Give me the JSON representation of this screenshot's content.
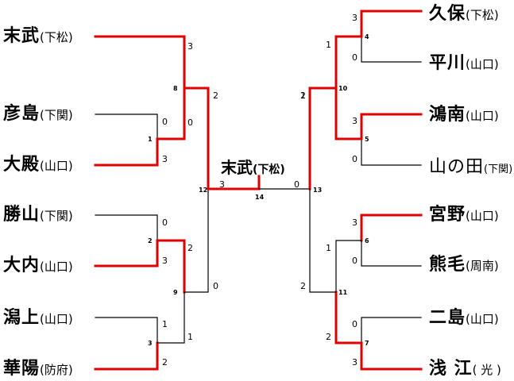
{
  "champion": {
    "name": "末武",
    "region": "(下松)"
  },
  "left_teams": [
    {
      "name": "末武",
      "region": "(下松)"
    },
    {
      "name": "彦島",
      "region": "(下関)"
    },
    {
      "name": "大殿",
      "region": "(山口)"
    },
    {
      "name": "勝山",
      "region": "(下関)"
    },
    {
      "name": "大内",
      "region": "(山口)"
    },
    {
      "name": "潟上",
      "region": "(山口)"
    },
    {
      "name": "華陽",
      "region": "(防府)"
    }
  ],
  "right_teams": [
    {
      "name": "久保",
      "region": "(下松)"
    },
    {
      "name": "平川",
      "region": "(山口)"
    },
    {
      "name": "鴻南",
      "region": "(山口)"
    },
    {
      "name": "山の田",
      "region": "(下関)"
    },
    {
      "name": "宮野",
      "region": "(山口)"
    },
    {
      "name": "熊毛",
      "region": "(周南)"
    },
    {
      "name": "二島",
      "region": "(山口)"
    },
    {
      "name": "浅 江",
      "region": "( 光 )"
    }
  ],
  "colors": {
    "winner_line": "#e00000",
    "loser_line": "#000000"
  },
  "matches": [
    {
      "id": "1",
      "scores": [
        "0",
        "3"
      ]
    },
    {
      "id": "2",
      "scores": [
        "0",
        "3"
      ]
    },
    {
      "id": "3",
      "scores": [
        "1",
        "2"
      ]
    },
    {
      "id": "4",
      "scores": [
        "3",
        "0"
      ]
    },
    {
      "id": "5",
      "scores": [
        "3",
        "0"
      ]
    },
    {
      "id": "6",
      "scores": [
        "3",
        "0"
      ]
    },
    {
      "id": "7",
      "scores": [
        "0",
        "3"
      ]
    },
    {
      "id": "8",
      "scores": [
        "3",
        "0"
      ]
    },
    {
      "id": "9",
      "scores": [
        "2",
        "1"
      ]
    },
    {
      "id": "10",
      "scores": [
        "1",
        "2"
      ]
    },
    {
      "id": "11",
      "scores": [
        "1",
        "2"
      ]
    },
    {
      "id": "12",
      "scores": [
        "2",
        "0"
      ]
    },
    {
      "id": "13",
      "scores": [
        "2",
        "1"
      ]
    },
    {
      "id": "14",
      "scores": [
        "3",
        "0"
      ]
    }
  ]
}
